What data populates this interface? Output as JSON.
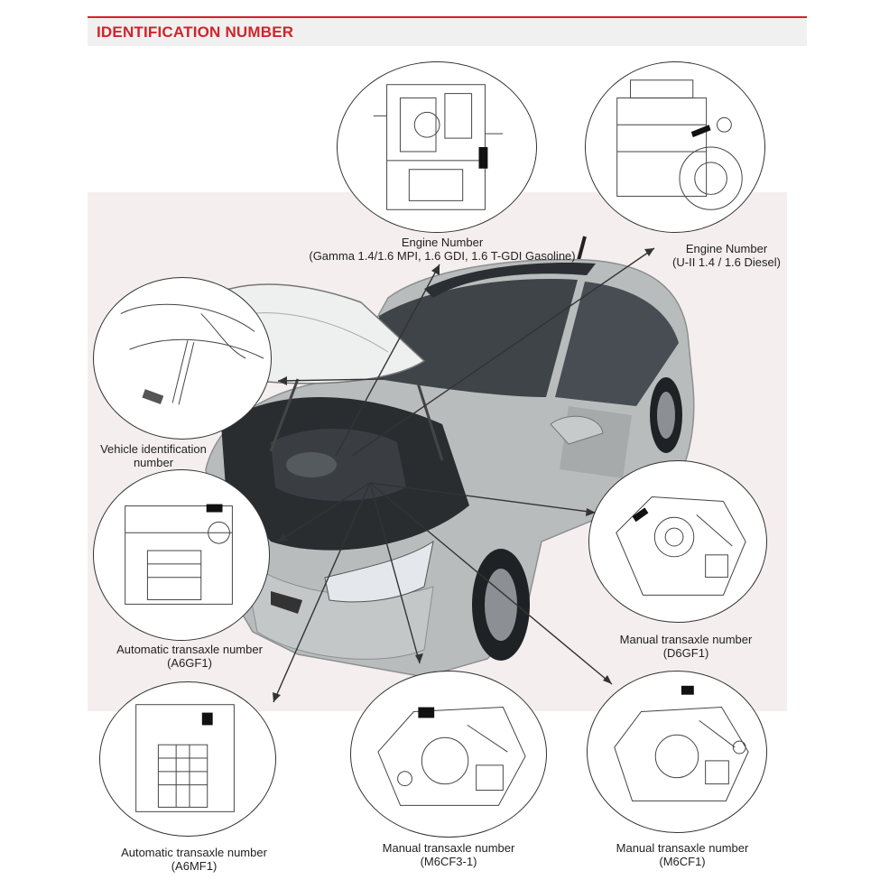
{
  "header": {
    "title": "IDENTIFICATION NUMBER"
  },
  "colors": {
    "accent": "#d2232a",
    "header_bg": "#f0f0f0",
    "backdrop": "#f5eeee",
    "car_body": "#b9bcbc"
  },
  "labels": {
    "engine_gamma": {
      "line1": "Engine Number",
      "line2": "(Gamma 1.4/1.6 MPI, 1.6 GDI, 1.6 T-GDI Gasoline)"
    },
    "engine_u2": {
      "line1": "Engine Number",
      "line2": "(U-II 1.4 / 1.6 Diesel)"
    },
    "vin": {
      "line1": "Vehicle identification",
      "line2": "number"
    },
    "a6gf1": {
      "line1": "Automatic transaxle number",
      "line2": "(A6GF1)"
    },
    "d6gf1": {
      "line1": "Manual transaxle number",
      "line2": "(D6GF1)"
    },
    "a6mf1": {
      "line1": "Automatic transaxle number",
      "line2": "(A6MF1)"
    },
    "m6cf3": {
      "line1": "Manual transaxle number",
      "line2": "(M6CF3-1)"
    },
    "m6cf1": {
      "line1": "Manual transaxle number",
      "line2": "(M6CF1)"
    }
  }
}
